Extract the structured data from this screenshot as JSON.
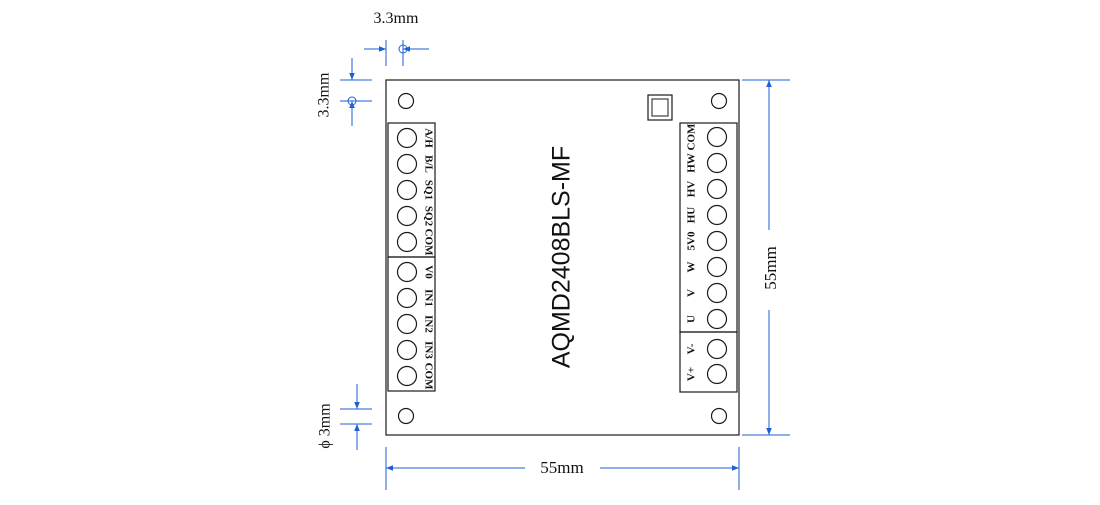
{
  "board": {
    "title": "AQMD2408BLS-MF"
  },
  "dimensions": {
    "hole_offset_x": "3.3mm",
    "hole_offset_y": "3.3mm",
    "hole_diameter": "ϕ 3mm",
    "board_height": "55mm",
    "board_width": "55mm"
  },
  "left_terminals": {
    "upper_block": [
      "A/H",
      "B/L",
      "SQ1",
      "SQ2",
      "COM"
    ],
    "lower_block": [
      "V0",
      "IN1",
      "IN2",
      "IN3",
      "COM"
    ]
  },
  "right_terminals": {
    "upper_block": [
      "COM",
      "HW",
      "HV",
      "HU",
      "5V0",
      "W",
      "V",
      "U"
    ],
    "lower_block": [
      "V-",
      "V+"
    ]
  },
  "colors": {
    "outline": "#1a1a1a",
    "dimension": "#1f5fd6"
  }
}
